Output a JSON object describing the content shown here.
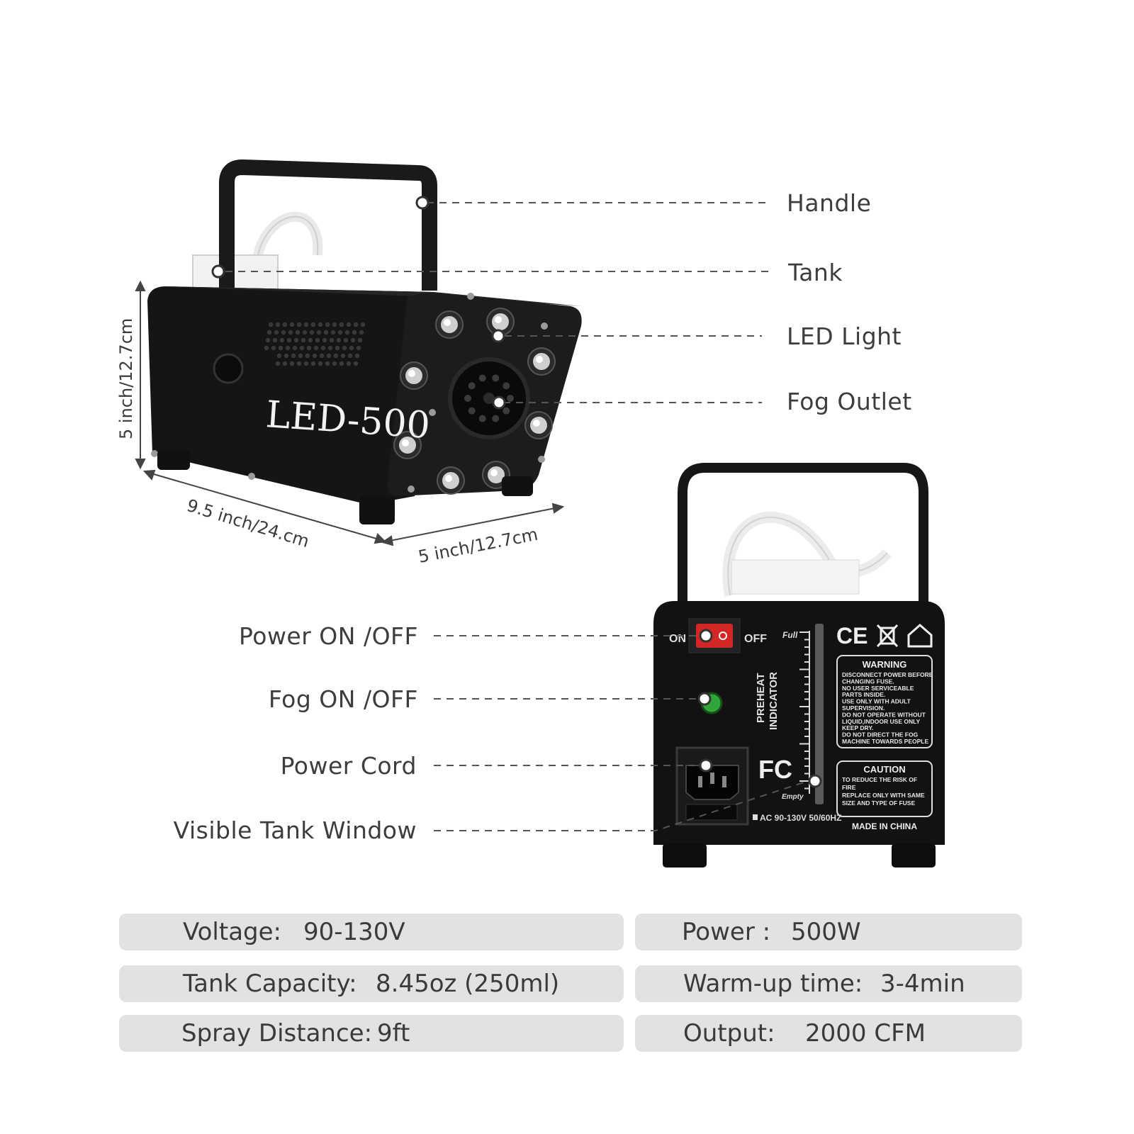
{
  "front_callouts": {
    "handle": "Handle",
    "tank": "Tank",
    "led_light": "LED Light",
    "fog_outlet": "Fog Outlet"
  },
  "back_callouts": {
    "power_switch": "Power ON /OFF",
    "fog_switch": "Fog ON /OFF",
    "power_cord": "Power Cord",
    "tank_window": "Visible Tank Window"
  },
  "dimensions": {
    "height": "5 inch/12.7cm",
    "length": "9.5 inch/24.cm",
    "width": "5 inch/12.7cm"
  },
  "machine_front": {
    "model": "LED-500"
  },
  "machine_back": {
    "on_label": "ON",
    "off_label": "OFF",
    "full_label": "Full",
    "empty_label": "Empty",
    "preheat_line1": "PREHEAT",
    "preheat_line2": "INDICATOR",
    "ce_mark": "CE",
    "fc_mark": "FC",
    "warning_title": "WARNING",
    "warning_lines": [
      "DISCONNECT POWER BEFORE",
      "CHANGING FUSE.",
      "NO USER SERVICEABLE",
      "PARTS INSIDE.",
      "USE ONLY WITH ADULT",
      "SUPERVISION.",
      "DO NOT OPERATE WITHOUT",
      "LIQUID,INDOOR USE ONLY",
      "KEEP DRY.",
      "DO NOT DIRECT THE FOG",
      "MACHINE TOWARDS PEOPLE"
    ],
    "caution_title": "CAUTION",
    "caution_lines": [
      "TO REDUCE THE RISK OF",
      "FIRE",
      "REPLACE ONLY WITH SAME",
      "SIZE AND TYPE OF FUSE"
    ],
    "voltage_rating": "AC 90-130V 50/60HZ",
    "made_in": "MADE IN CHINA"
  },
  "specs": {
    "voltage": {
      "label": "Voltage:",
      "value": "90-130V"
    },
    "power": {
      "label": "Power :",
      "value": "500W"
    },
    "tank_capacity": {
      "label": "Tank Capacity:",
      "value": "8.45oz (250ml)"
    },
    "warmup": {
      "label": "Warm-up time:",
      "value": "3-4min"
    },
    "spray": {
      "label": "Spray Distance:",
      "value": "9ft"
    },
    "output": {
      "label": "Output:",
      "value": "2000 CFM"
    }
  },
  "colors": {
    "body": "#141414",
    "text": "#3d3d3d",
    "spec_bg": "#e2e2e2",
    "switch_red": "#d32626",
    "indicator_green": "#2fa53a"
  }
}
